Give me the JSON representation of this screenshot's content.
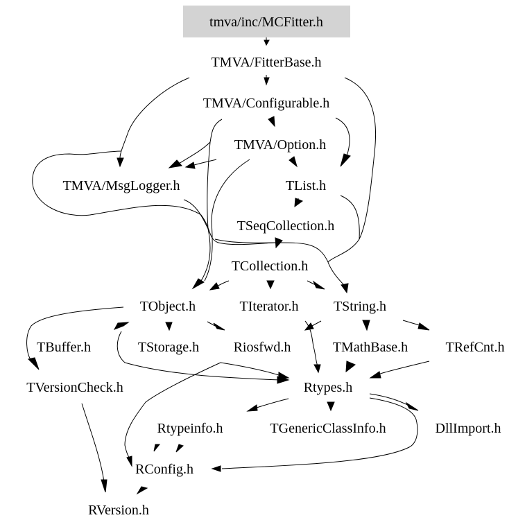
{
  "diagram": {
    "type": "include-dependency-graph",
    "root": "tmva/inc/MCFitter.h",
    "colors": {
      "root_fill": "#d3d3d3",
      "edge": "#000000",
      "text": "#000000",
      "background": "#ffffff"
    },
    "nodes": [
      {
        "id": "mcfitter",
        "label": "tmva/inc/MCFitter.h",
        "root": true
      },
      {
        "id": "fitterbase",
        "label": "TMVA/FitterBase.h"
      },
      {
        "id": "configurable",
        "label": "TMVA/Configurable.h"
      },
      {
        "id": "option",
        "label": "TMVA/Option.h"
      },
      {
        "id": "msglogger",
        "label": "TMVA/MsgLogger.h"
      },
      {
        "id": "tlist",
        "label": "TList.h"
      },
      {
        "id": "tseqcollection",
        "label": "TSeqCollection.h"
      },
      {
        "id": "tcollection",
        "label": "TCollection.h"
      },
      {
        "id": "tobject",
        "label": "TObject.h"
      },
      {
        "id": "titerator",
        "label": "TIterator.h"
      },
      {
        "id": "tstring",
        "label": "TString.h"
      },
      {
        "id": "tbuffer",
        "label": "TBuffer.h"
      },
      {
        "id": "tstorage",
        "label": "TStorage.h"
      },
      {
        "id": "riosfwd",
        "label": "Riosfwd.h"
      },
      {
        "id": "tmathbase",
        "label": "TMathBase.h"
      },
      {
        "id": "trefcnt",
        "label": "TRefCnt.h"
      },
      {
        "id": "tversioncheck",
        "label": "TVersionCheck.h"
      },
      {
        "id": "rtypes",
        "label": "Rtypes.h"
      },
      {
        "id": "rtypeinfo",
        "label": "Rtypeinfo.h"
      },
      {
        "id": "tgenericclassinfo",
        "label": "TGenericClassInfo.h"
      },
      {
        "id": "dllimport",
        "label": "DllImport.h"
      },
      {
        "id": "rconfig",
        "label": "RConfig.h"
      },
      {
        "id": "rversion",
        "label": "RVersion.h"
      }
    ],
    "edges": [
      [
        "mcfitter",
        "fitterbase"
      ],
      [
        "fitterbase",
        "configurable"
      ],
      [
        "fitterbase",
        "msglogger"
      ],
      [
        "fitterbase",
        "tstring"
      ],
      [
        "configurable",
        "option"
      ],
      [
        "configurable",
        "msglogger"
      ],
      [
        "configurable",
        "tlist"
      ],
      [
        "configurable",
        "tobject"
      ],
      [
        "option",
        "msglogger"
      ],
      [
        "option",
        "tlist"
      ],
      [
        "option",
        "tobject"
      ],
      [
        "msglogger",
        "tstring"
      ],
      [
        "tlist",
        "tseqcollection"
      ],
      [
        "tlist",
        "tstring"
      ],
      [
        "tseqcollection",
        "tcollection"
      ],
      [
        "tcollection",
        "tobject"
      ],
      [
        "tcollection",
        "titerator"
      ],
      [
        "tcollection",
        "tstring"
      ],
      [
        "tobject",
        "tstorage"
      ],
      [
        "tobject",
        "riosfwd"
      ],
      [
        "tobject",
        "tversioncheck"
      ],
      [
        "tobject",
        "rtypes"
      ],
      [
        "tstring",
        "tmathbase"
      ],
      [
        "tstring",
        "trefcnt"
      ],
      [
        "tstring",
        "rtypes"
      ],
      [
        "titerator",
        "rtypes"
      ],
      [
        "tbuffer",
        "tobject"
      ],
      [
        "riosfwd",
        "rconfig"
      ],
      [
        "riosfwd",
        "rtypes"
      ],
      [
        "tmathbase",
        "rtypes"
      ],
      [
        "trefcnt",
        "rtypes"
      ],
      [
        "tversioncheck",
        "rversion"
      ],
      [
        "rtypes",
        "rtypeinfo"
      ],
      [
        "rtypes",
        "tgenericclassinfo"
      ],
      [
        "rtypes",
        "dllimport"
      ],
      [
        "rtypes",
        "rconfig"
      ],
      [
        "rtypeinfo",
        "rconfig"
      ],
      [
        "rconfig",
        "rversion"
      ]
    ]
  }
}
